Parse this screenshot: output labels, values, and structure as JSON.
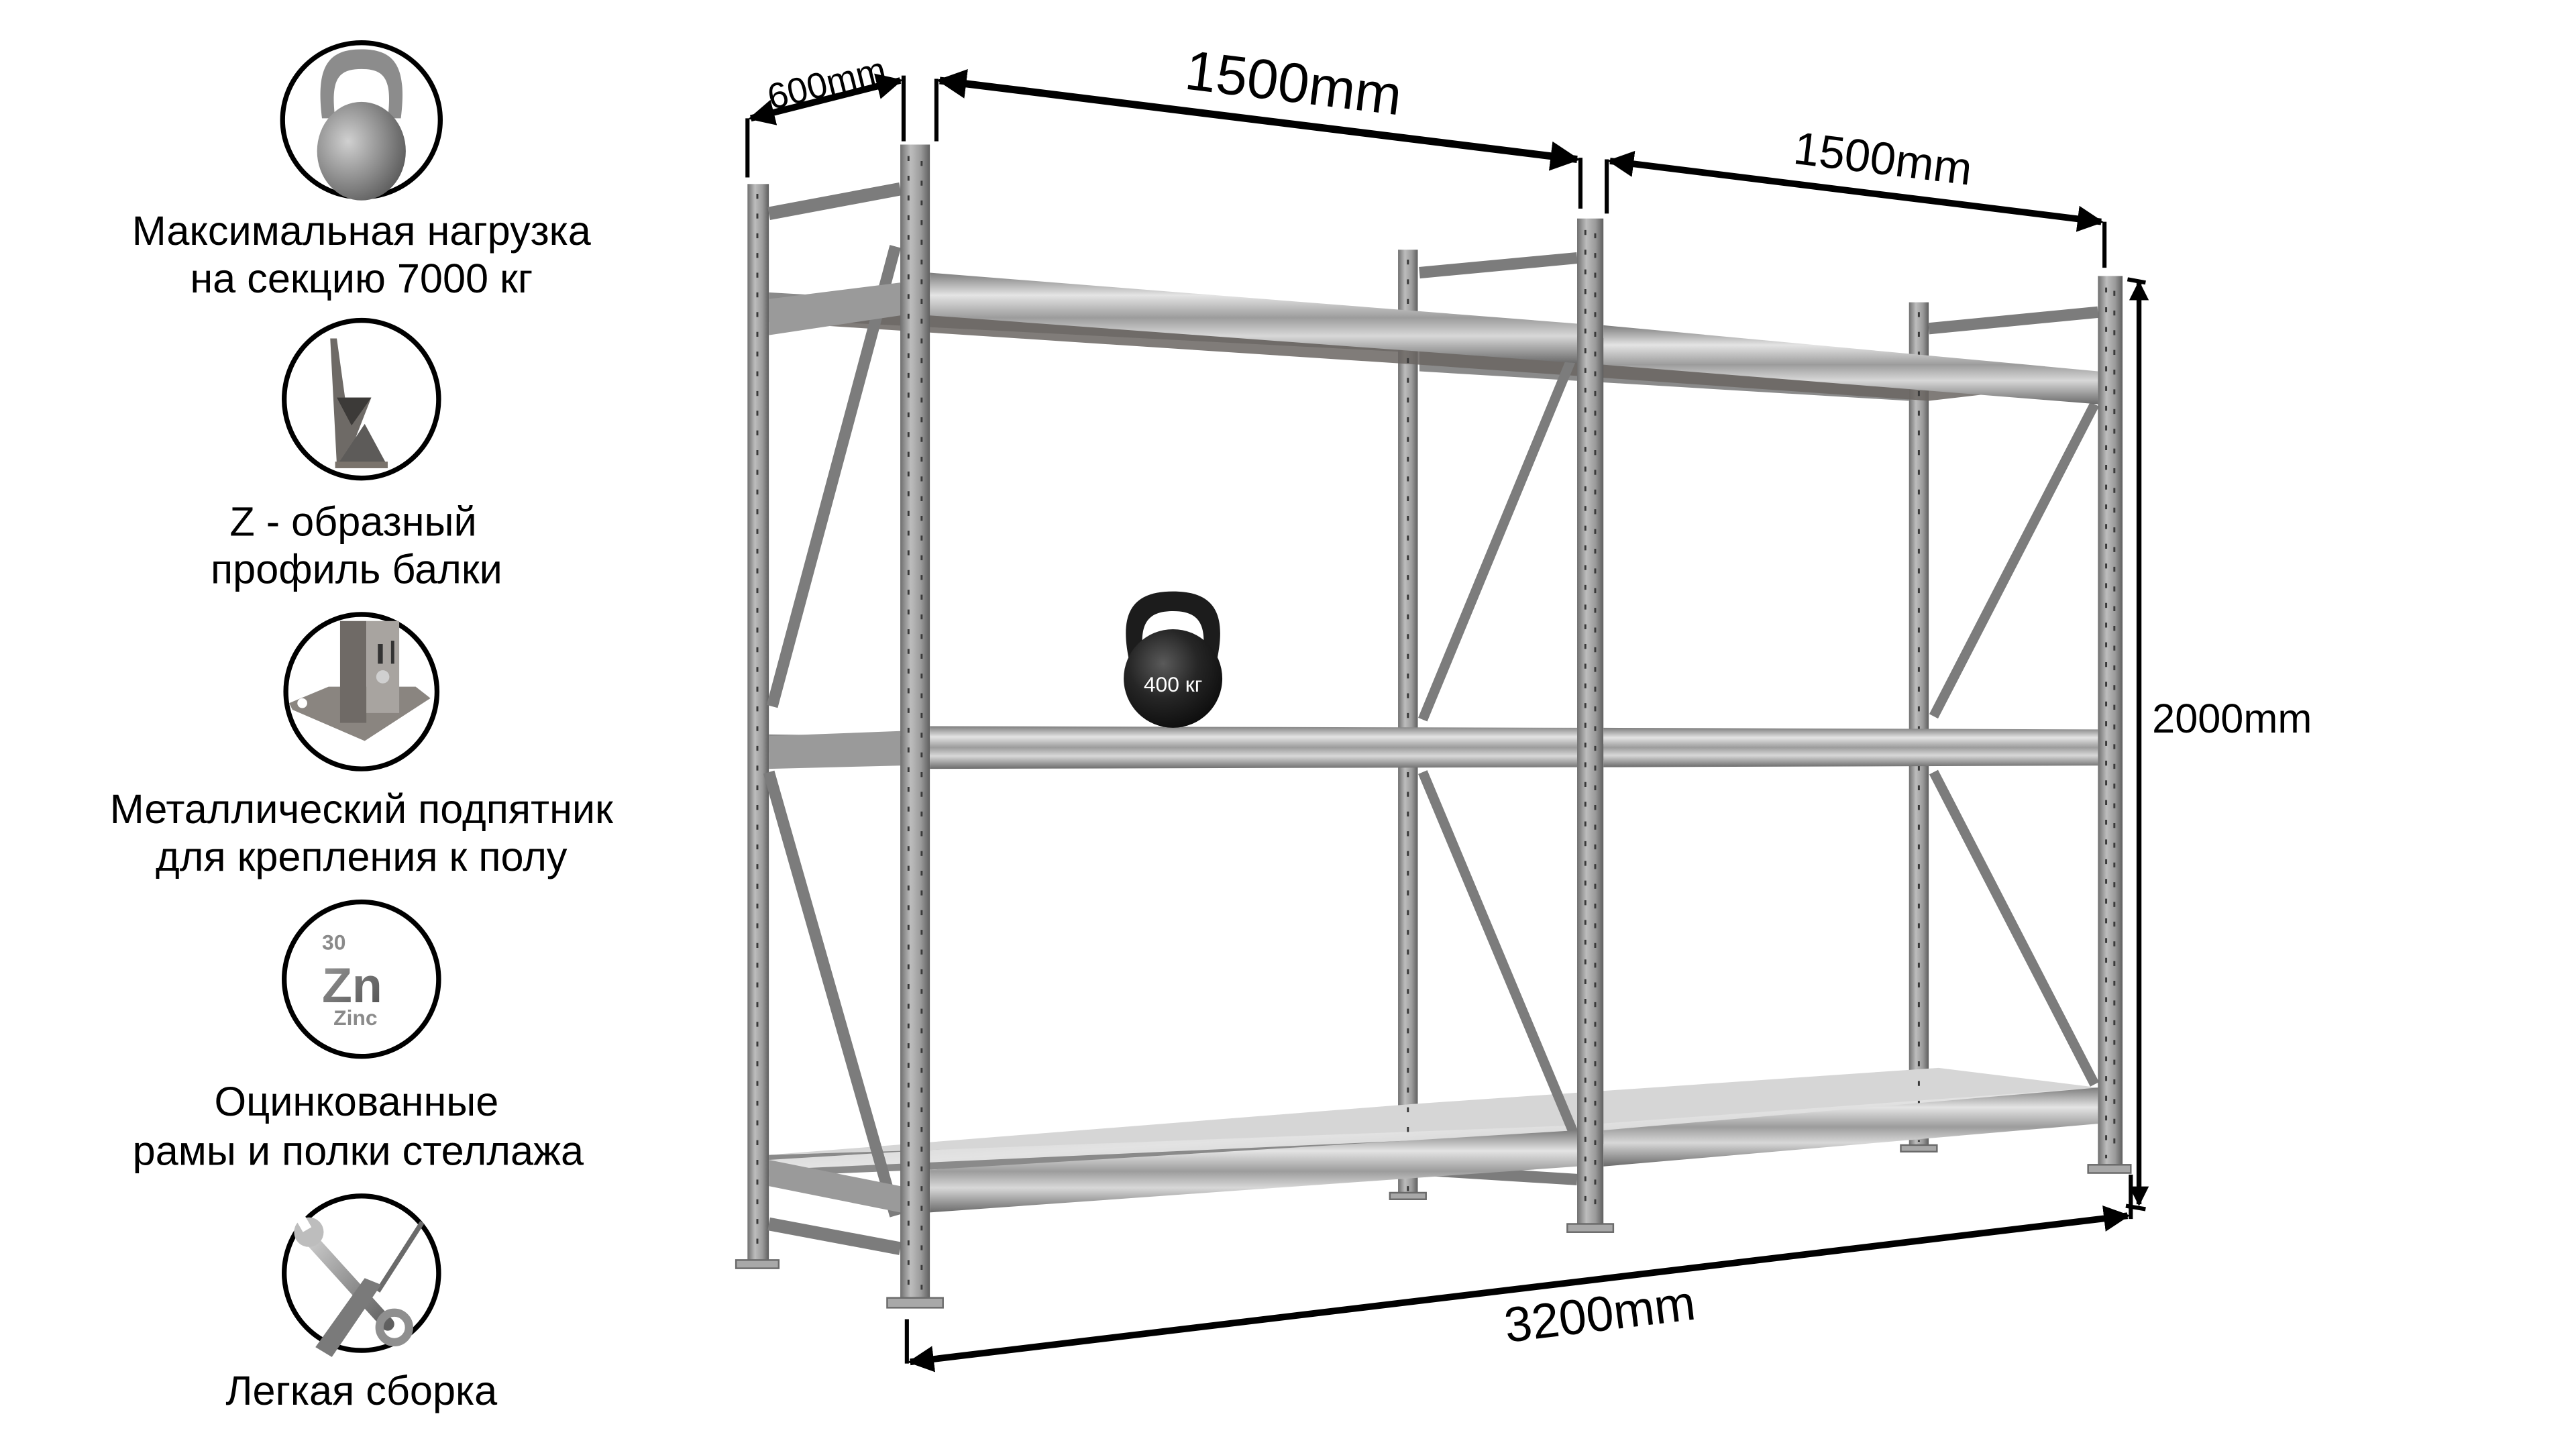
{
  "features": [
    {
      "icon": "kettlebell-icon",
      "lines": [
        "Максимальная  нагрузка",
        "на секцию 7000 кг"
      ]
    },
    {
      "icon": "z-profile-beam-icon",
      "lines": [
        "Z - образный",
        "профиль балки"
      ]
    },
    {
      "icon": "metal-foot-plate-icon",
      "lines": [
        "Металлический подпятник",
        "для крепления к полу"
      ]
    },
    {
      "icon": "zinc-element-icon",
      "lines": [
        "Оцинкованные",
        "рамы и полки стеллажа"
      ],
      "zinc": {
        "number": "30",
        "symbol": "Zn",
        "name": "Zinc"
      }
    },
    {
      "icon": "wrench-screwdriver-icon",
      "lines": [
        "Легкая сборка"
      ]
    }
  ],
  "rack": {
    "sections": 2,
    "levels": 3,
    "load_badge": "400 кг",
    "dimensions": {
      "depth": "600mm",
      "section_1_width": "1500mm",
      "section_2_width": "1500mm",
      "height": "2000mm",
      "total_length": "3200mm"
    }
  },
  "colors": {
    "background": "#ffffff",
    "text": "#000000",
    "steel_light": "#c9c9c9",
    "steel_mid": "#8f8f8f",
    "steel_dark": "#4a4a4a",
    "kettlebell": "#1e1e1e"
  }
}
